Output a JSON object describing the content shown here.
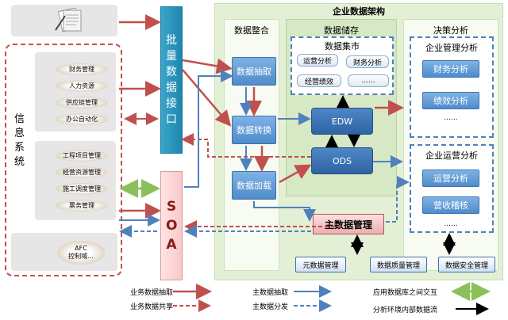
{
  "header": {
    "title": "企业数据架构"
  },
  "batch_interface": {
    "label": "批量数据接口"
  },
  "soa": {
    "label": "SOA"
  },
  "info_system": {
    "label": "信息系统",
    "group1": [
      "财务管理",
      "人力资源",
      "供应链管理",
      "办公自动化"
    ],
    "group2": [
      "工程项目管理",
      "经营资源管理",
      "施工调度管理",
      "票务管理"
    ],
    "afc": {
      "top": "AFC",
      "bottom": "控制域..."
    }
  },
  "integration": {
    "title": "数据整合",
    "steps": [
      "数据抽取",
      "数据转换",
      "数据加载"
    ]
  },
  "storage": {
    "title": "数据储存",
    "mart_title": "数据集市",
    "marts": [
      "运营分析",
      "财务分析",
      "经营绩效",
      "......"
    ],
    "edw": "EDW",
    "ods": "ODS"
  },
  "decision": {
    "title": "决策分析",
    "mgmt": {
      "title": "企业管理分析",
      "items": [
        "财务分析",
        "绩效分析",
        "......"
      ]
    },
    "ops": {
      "title": "企业运营分析",
      "items": [
        "运营分析",
        "营收稽核",
        "......"
      ]
    }
  },
  "master_data": {
    "label": "主数据管理"
  },
  "bottom_boxes": [
    "元数据管理",
    "数据质量管理",
    "数据安全管理"
  ],
  "legend": {
    "col1": [
      "业务数据抽取",
      "业务数据共享"
    ],
    "col2": [
      "主数据抽取",
      "主数据分发"
    ],
    "col3": [
      "应用数据库之间交互",
      "分析环境内部数据流"
    ]
  },
  "colors": {
    "red": "#c0504d",
    "blue": "#4f81bd",
    "green": "#8cbf5a",
    "teal": "#2e9cc0"
  }
}
